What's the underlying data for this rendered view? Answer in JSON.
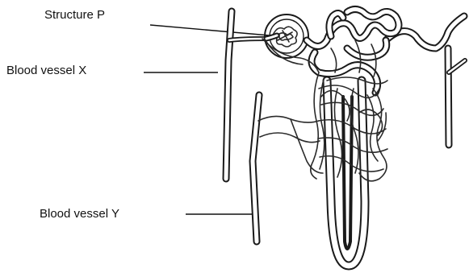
{
  "labels": {
    "structure_p": "Structure P",
    "vessel_x": "Blood vessel X",
    "vessel_y": "Blood vessel Y"
  },
  "colors": {
    "line": "#1a1a1a",
    "background": "#ffffff",
    "text": "#111111"
  }
}
